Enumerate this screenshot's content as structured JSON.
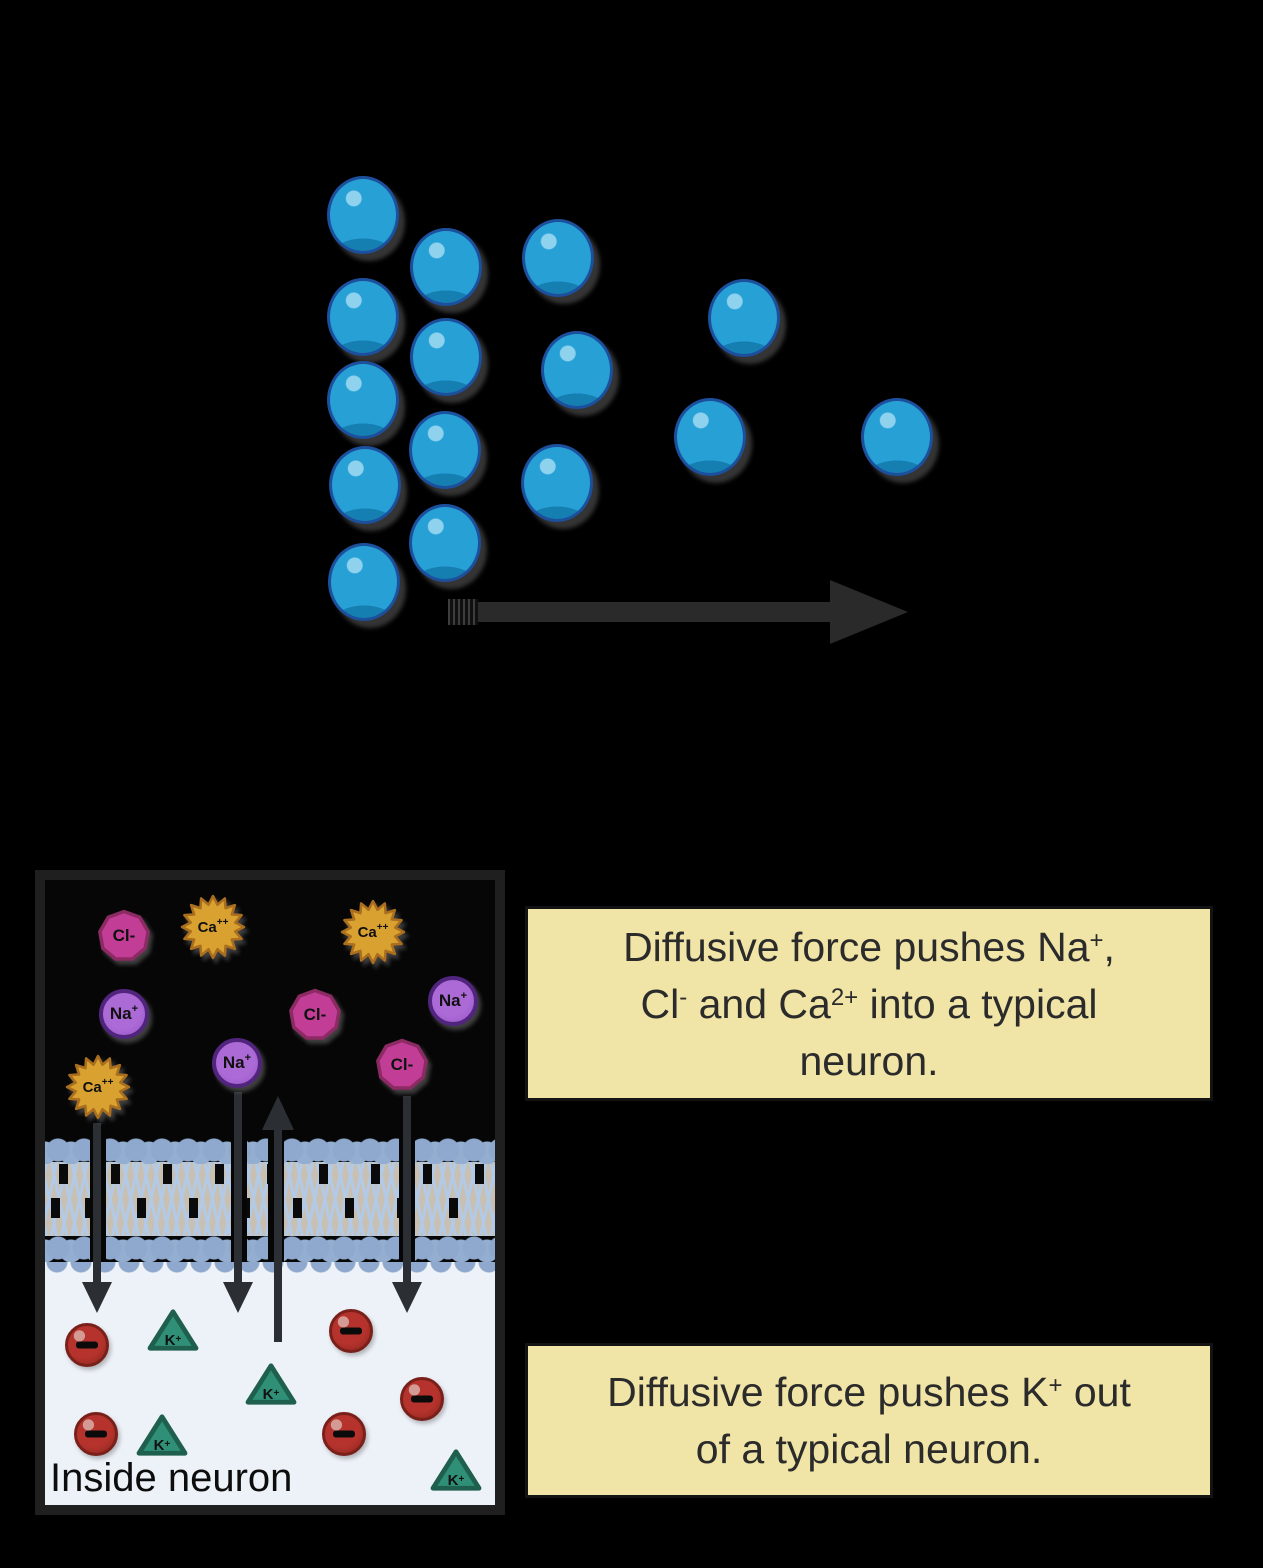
{
  "diffusion": {
    "particle_count": 15,
    "description_arrow": "diffusion-direction-arrow"
  },
  "ion_labels": {
    "chloride": {
      "base": "Cl-",
      "sup": ""
    },
    "sodium": {
      "base": "Na",
      "sup": "+"
    },
    "calcium": {
      "base": "Ca",
      "sup": "++"
    },
    "potassium": {
      "base": "K",
      "sup": "+"
    }
  },
  "neuron_box": {
    "caption": "Inside neuron"
  },
  "callouts": {
    "influx": {
      "l1a": "Diffusive force pushes Na",
      "l1sup": "+",
      "l1b": ",",
      "l2a": "Cl",
      "l2sup1": "-",
      "l2b": " and Ca",
      "l2sup2": "2+",
      "l2c": " into a typical",
      "l3": "neuron."
    },
    "efflux": {
      "l1a": "Diffusive force pushes K",
      "l1sup": "+",
      "l1b": " out",
      "l2": "of a typical neuron."
    }
  },
  "colors": {
    "background": "#000000",
    "particle_blue": "#209bd3",
    "particle_outline": "#1c4f9c",
    "chloride_fill": "#c23e96",
    "chloride_border": "#8c2a63",
    "sodium_fill": "#a466d2",
    "sodium_border": "#51257e",
    "calcium_fill": "#d9a12f",
    "calcium_border": "#a96e1e",
    "potassium_fill": "#2f9077",
    "potassium_border": "#1f5f4d",
    "anion_fill": "#b5332c",
    "membrane_head": "#8ea9cd",
    "membrane_tail_bg": "#c7c0b3",
    "inside_bg": "#edf2f8",
    "callout_bg": "#f0e5a6",
    "callout_text": "#2b2b2b",
    "arrow": "#2a2a2a"
  }
}
